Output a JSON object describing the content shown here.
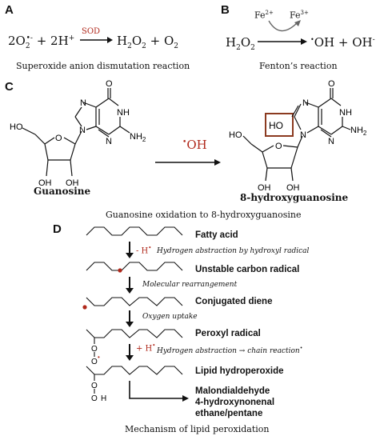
{
  "panelA": {
    "letter": "A",
    "reactant_superoxide": "2O",
    "superoxide_sub": "2",
    "superoxide_sup": "•-",
    "plus_proton": "+ 2H",
    "proton_sup": "+",
    "enzyme": "SOD",
    "product_h2o2": "H",
    "h2o2_sub1": "2",
    "h2o2_o": "O",
    "h2o2_sub2": "2",
    "plus_o2": "+ O",
    "o2_sub": "2",
    "caption": "Superoxide anion dismutation reaction"
  },
  "panelB": {
    "letter": "B",
    "reactant": "H",
    "reactant_sub1": "2",
    "reactant_o": "O",
    "reactant_sub2": "2",
    "fe2": "Fe",
    "fe2_sup": "2+",
    "fe3": "Fe",
    "fe3_sup": "3+",
    "radical_dot": "•",
    "product": "OH + OH",
    "product_sup": "-",
    "caption": "Fenton’s reaction"
  },
  "panelC": {
    "letter": "C",
    "reactant_name": "Guanosine",
    "product_name": "8-hydroxyguanosine",
    "reagent_dot": "•",
    "reagent": "OH",
    "caption": "Guanosine oxidation to 8-hydroxyguanosine",
    "atoms": {
      "O": "O",
      "N": "N",
      "NH": "NH",
      "NH2": "NH",
      "NH2_sub": "2",
      "HO": "HO",
      "OH": "OH",
      "HO_box": "HO"
    }
  },
  "panelD": {
    "letter": "D",
    "steps": [
      {
        "label": "Fatty acid"
      },
      {
        "label": "Unstable carbon radical"
      },
      {
        "label": "Conjugated diene"
      },
      {
        "label": "Peroxyl radical"
      },
      {
        "label": "Lipid hydroperoxide"
      }
    ],
    "notes": {
      "n1_prefix": "- H",
      "n1_sup": "•",
      "n1": "Hydrogen abstraction by hydroxyl radical",
      "n2": "Molecular rearrangement",
      "n3": "Oxygen uptake",
      "n4_prefix": "+ H",
      "n4_sup": "•",
      "n4": "Hydrogen abstraction → chain reaction",
      "n4_sup2": "•"
    },
    "peroxyl_atoms": {
      "O1": "O",
      "O2": "O",
      "dot": "•"
    },
    "hydroperoxide_atoms": {
      "O1": "O",
      "O2": "O",
      "H": "H"
    },
    "end_products": [
      "Malondialdehyde",
      "4-hydroxynonenal",
      "ethane/pentane"
    ],
    "caption": "Mechanism of lipid peroxidation"
  },
  "colors": {
    "accent_red": "#b0281b",
    "box_brown": "#8b3a20",
    "ink": "#111111"
  }
}
